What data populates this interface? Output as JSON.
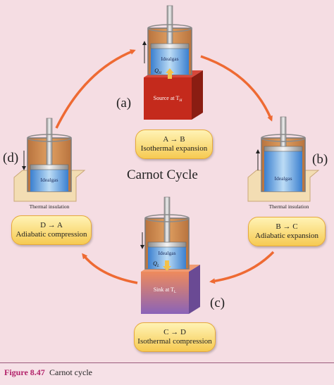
{
  "title": "Carnot Cycle",
  "stages": {
    "a": {
      "letter": "(a)",
      "process": "A → B",
      "name": "Isothermal expansion",
      "reservoir": "Source at T",
      "reservoir_sub": "H",
      "heat": "Q",
      "heat_sub": "H",
      "gas": "Idealgas"
    },
    "b": {
      "letter": "(b)",
      "process": "B → C",
      "name": "Adiabatic expansion",
      "base": "Thermal insulation",
      "gas": "Idealgas"
    },
    "c": {
      "letter": "(c)",
      "process": "C → D",
      "name": "Isothermal compression",
      "reservoir": "Sink at T",
      "reservoir_sub": "L",
      "heat": "Q",
      "heat_sub": "L",
      "gas": "Idealgas"
    },
    "d": {
      "letter": "(d)",
      "process": "D → A",
      "name": "Adiabatic compression",
      "base": "Thermal insulation",
      "gas": "Idealgas"
    }
  },
  "figure": {
    "number": "Figure 8.47",
    "caption": "Carnot cycle"
  },
  "colors": {
    "arrow": "#ee6a33",
    "box_fill": "#fcd66a",
    "source": "#c42a1c",
    "sink_top": "#ee8a5c",
    "sink_bottom": "#8a63b8",
    "gas": "#4f92d8",
    "cylinder": "#c97a3a",
    "caption_number": "#b2226a"
  }
}
